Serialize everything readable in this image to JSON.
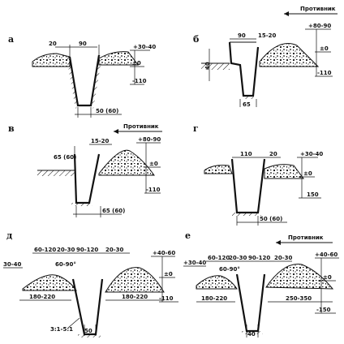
{
  "direction_label": "Противник",
  "panels": [
    {
      "id": "a",
      "letter": "а",
      "dims": [
        "20",
        "90",
        "50 (60)"
      ],
      "levels": [
        "+30-40",
        "±0",
        "-110"
      ],
      "direction": false
    },
    {
      "id": "b",
      "letter": "б",
      "dims": [
        "90",
        "15-20",
        "40",
        "65"
      ],
      "levels": [
        "+80-90",
        "±0",
        "-110"
      ],
      "direction": true
    },
    {
      "id": "v",
      "letter": "в",
      "dims": [
        "15-20",
        "65 (60)",
        "65 (60)"
      ],
      "levels": [
        "+80-90",
        "±0",
        "-110"
      ],
      "direction": true
    },
    {
      "id": "g",
      "letter": "г",
      "dims": [
        "110",
        "20",
        "50 (60)"
      ],
      "levels": [
        "+30-40",
        "±0",
        "150"
      ],
      "direction": false
    },
    {
      "id": "d",
      "letter": "д",
      "dims": [
        "60-120",
        "20-30",
        "90-120",
        "20-30",
        "60-90°",
        "180-220",
        "180-220",
        "50",
        "3:1-5:1"
      ],
      "levels": [
        "30-40",
        "+40-60",
        "±0",
        "-110"
      ],
      "direction": false
    },
    {
      "id": "e",
      "letter": "е",
      "dims": [
        "60-120",
        "20-30",
        "90-120",
        "20-30",
        "60-90°",
        "180-220",
        "250-350",
        "40"
      ],
      "levels": [
        "+30-40",
        "+40-60",
        "±0",
        "-150"
      ],
      "direction": true
    }
  ]
}
